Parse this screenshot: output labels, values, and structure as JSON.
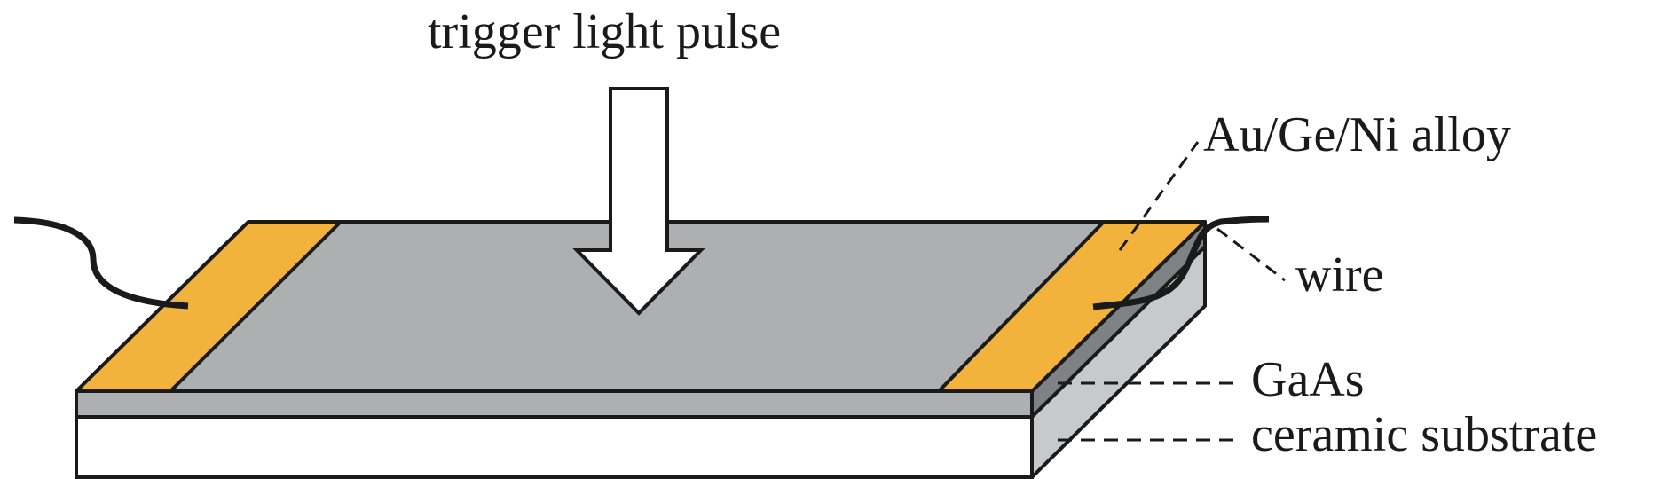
{
  "labels": {
    "trigger": "trigger light pulse",
    "alloy": "Au/Ge/Ni alloy",
    "wire": "wire",
    "gaas": "GaAs",
    "substrate": "ceramic substrate"
  },
  "colors": {
    "outline": "#1a1a1a",
    "gaas_top": "#aeafb1",
    "gaas_side": "#7f8184",
    "substrate_side": "#c8c9cb",
    "electrode": "#f2b33d",
    "arrow_fill": "#ffffff"
  }
}
